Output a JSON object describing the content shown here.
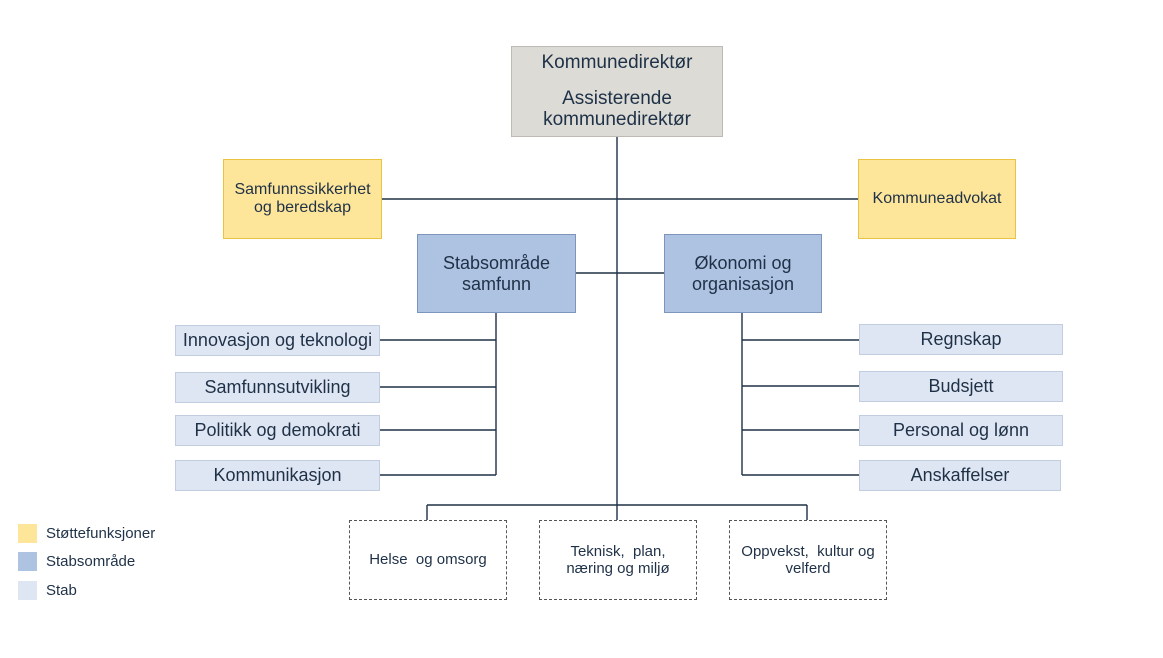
{
  "director": {
    "title": "Kommunedirektør",
    "subtitle": "Assisterende kommunedirektør"
  },
  "support_functions": {
    "left": "Samfunnssikkerhet og beredskap",
    "right": "Kommuneadvokat"
  },
  "staff_areas": {
    "left": "Stabsområde samfunn",
    "right": "Økonomi og organisasjon"
  },
  "left_staff": [
    "Innovasjon og teknologi",
    "Samfunnsutvikling",
    "Politikk og demokrati",
    "Kommunikasjon"
  ],
  "right_staff": [
    "Regnskap",
    "Budsjett",
    "Personal og lønn",
    "Anskaffelser"
  ],
  "sectors": [
    "Helse  og omsorg",
    "Teknisk,  plan, næring og miljø",
    "Oppvekst,  kultur og velferd"
  ],
  "legend": [
    {
      "label": "Støttefunksjoner",
      "color": "#fde59a"
    },
    {
      "label": "Stabsområde",
      "color": "#aec2e2"
    },
    {
      "label": "Stab",
      "color": "#dfe6f3"
    }
  ],
  "colors": {
    "line": "#1f3147",
    "support": "#fde59a",
    "area": "#aec2e2",
    "staff": "#dfe6f3",
    "director": "#dcdbd6"
  }
}
